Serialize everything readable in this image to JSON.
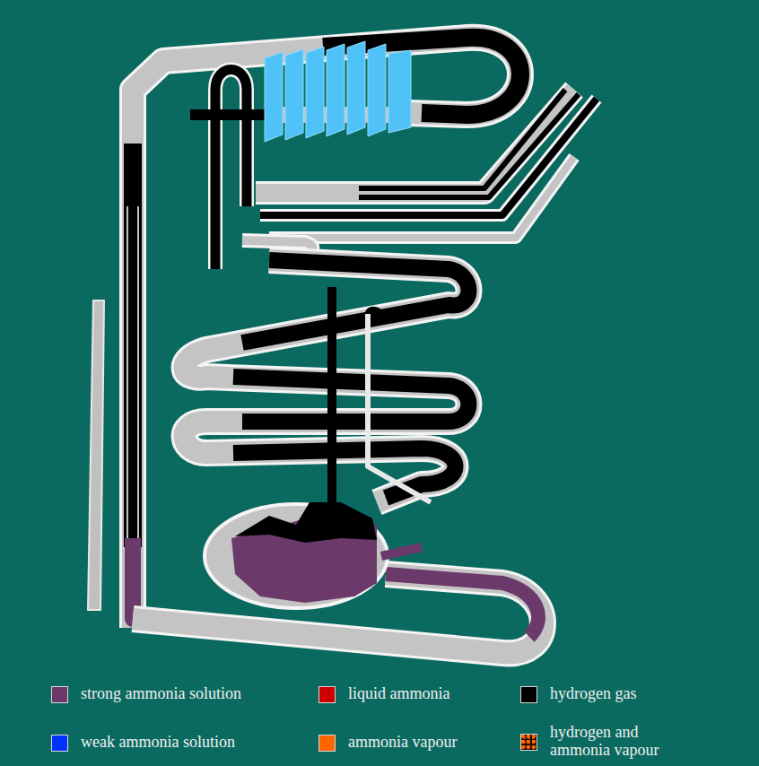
{
  "diagram": {
    "legend": [
      {
        "text": "strong ammonia solution",
        "color": "#6b3a6b"
      },
      {
        "text": "liquid ammonia",
        "color": "#cc0000"
      },
      {
        "text": "hydrogen gas",
        "color": "#000000"
      },
      {
        "text": "weak ammonia solution",
        "color": "#0033ff"
      },
      {
        "text": "ammonia vapour",
        "color": "#ff6600"
      },
      {
        "text": "hydrogen and ammonia vapour"
      }
    ]
  }
}
